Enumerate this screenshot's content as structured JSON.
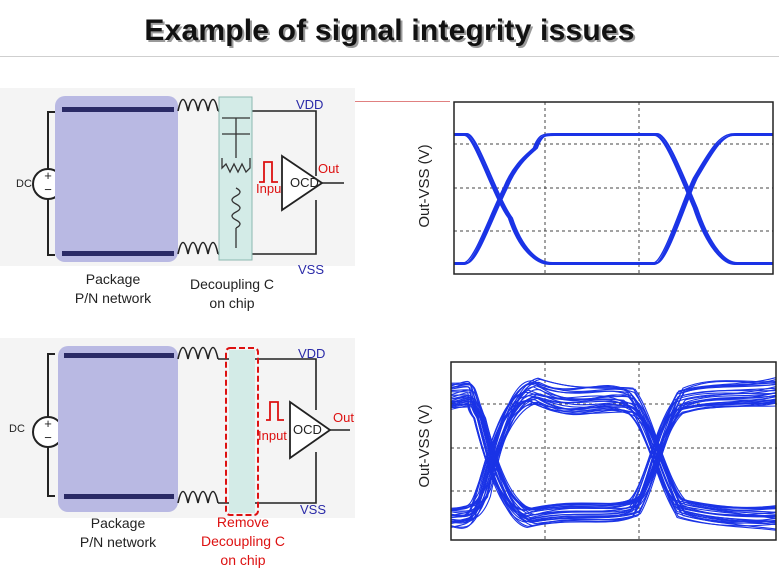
{
  "title": "Example of signal integrity issues",
  "colors": {
    "package": "#b9b9e3",
    "decap": "#d3ebe7",
    "rail_label": "#2a2aa8",
    "red_label": "#dd1111",
    "eye_trace": "#1a33e6",
    "remove_box": "#dd1111"
  },
  "circuits": [
    {
      "supply_label": "DC",
      "vdd_label": "VDD",
      "vss_label": "VSS",
      "input_label": "Input",
      "ocd_label": "OCD",
      "out_label": "Out",
      "package_label_line1": "Package",
      "package_label_line2": "P/N network",
      "decap_label_line1": "Decoupling C",
      "decap_label_line2": "on chip",
      "decap_label_line3": "",
      "decap_removed": false
    },
    {
      "supply_label": "DC",
      "vdd_label": "VDD",
      "vss_label": "VSS",
      "input_label": "Input",
      "ocd_label": "OCD",
      "out_label": "Out",
      "package_label_line1": "Package",
      "package_label_line2": "P/N network",
      "decap_label_line1": "Remove",
      "decap_label_line2": "Decoupling C",
      "decap_label_line3": "on chip",
      "decap_removed": true
    }
  ],
  "eye_diagrams": [
    {
      "ylabel": "Out-VSS (V)",
      "quality": "clean",
      "trace_count": 6
    },
    {
      "ylabel": "Out-VSS (V)",
      "quality": "noisy",
      "trace_count": 26
    }
  ]
}
